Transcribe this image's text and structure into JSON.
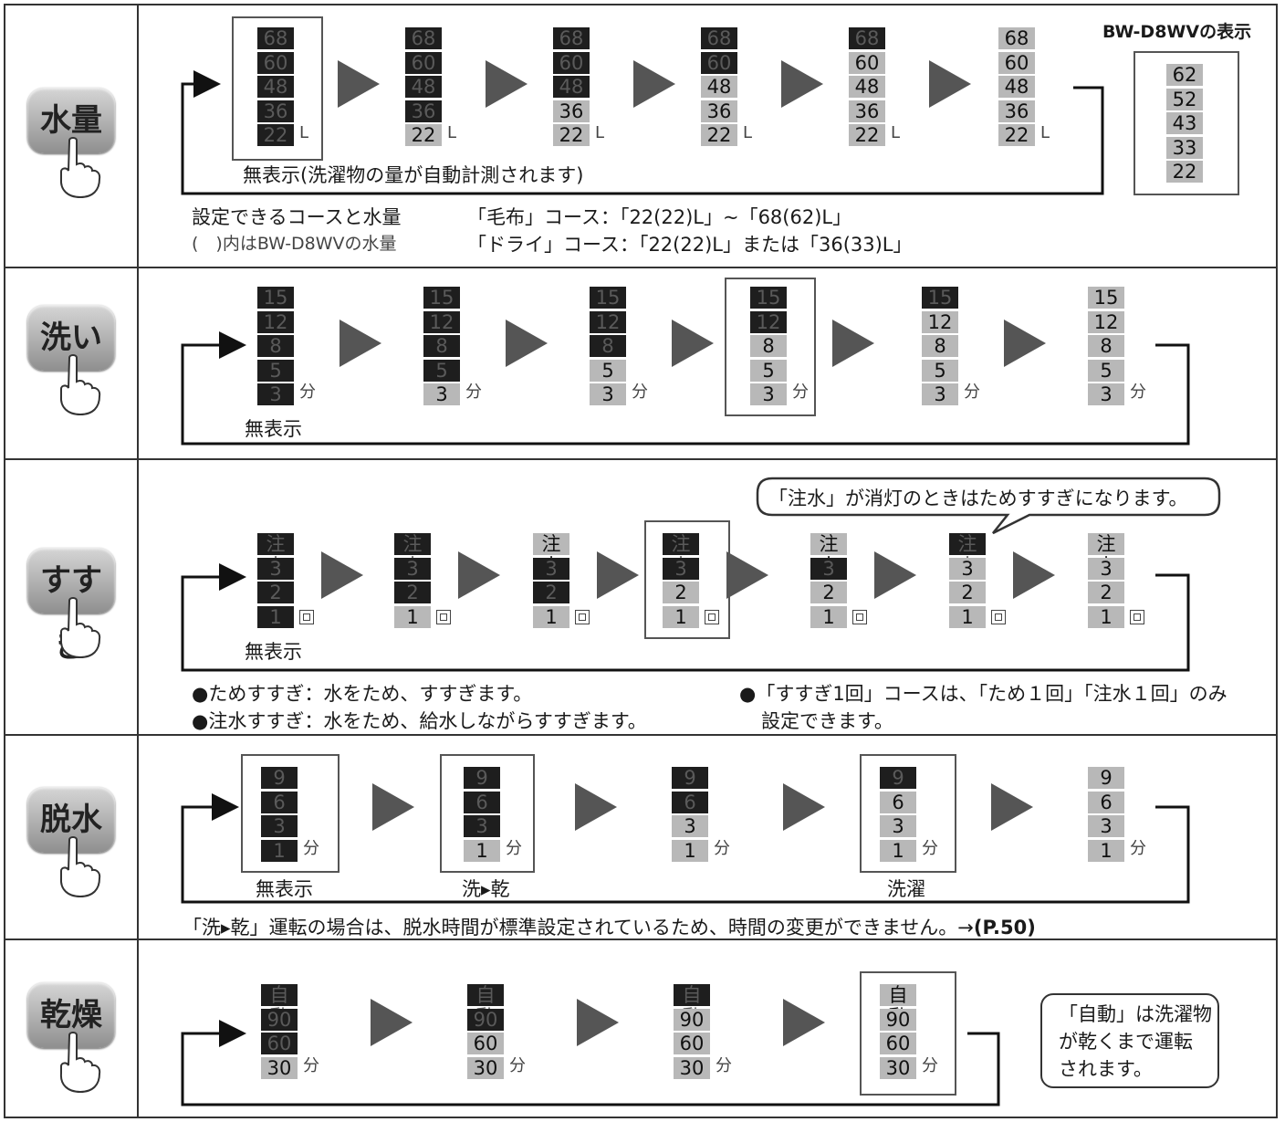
{
  "colors": {
    "lit": "#b8b8b8",
    "unlit": "#1e1e1e",
    "arrow": "#555555"
  },
  "rows": {
    "water": {
      "button": "水量",
      "model_title": "BW-D8WVの表示",
      "model_values": [
        "62",
        "52",
        "43",
        "33",
        "22"
      ],
      "states": [
        {
          "values": [
            "68",
            "60",
            "48",
            "36",
            "22"
          ],
          "lit": 0,
          "unit": "L"
        },
        {
          "values": [
            "68",
            "60",
            "48",
            "36",
            "22"
          ],
          "lit": 1,
          "unit": "L"
        },
        {
          "values": [
            "68",
            "60",
            "48",
            "36",
            "22"
          ],
          "lit": 2,
          "unit": "L"
        },
        {
          "values": [
            "68",
            "60",
            "48",
            "36",
            "22"
          ],
          "lit": 3,
          "unit": "L"
        },
        {
          "values": [
            "68",
            "60",
            "48",
            "36",
            "22"
          ],
          "lit": 4,
          "unit": "L"
        },
        {
          "values": [
            "68",
            "60",
            "48",
            "36",
            "22"
          ],
          "lit": 5,
          "unit": "L"
        }
      ],
      "no_display_label": "無表示(洗濯物の量が自動計測されます)",
      "note1_left": "設定できるコースと水量",
      "note2_left": "(　)内はBW-D8WVの水量",
      "note1_right": "「毛布」コース：「22(22)L」~「68(62)L」",
      "note2_right": "「ドライ」コース：「22(22)L」または「36(33)L」"
    },
    "wash": {
      "button": "洗い",
      "states": [
        {
          "values": [
            "15",
            "12",
            "8",
            "5",
            "3"
          ],
          "lit": 0,
          "unit": "分"
        },
        {
          "values": [
            "15",
            "12",
            "8",
            "5",
            "3"
          ],
          "lit": 1,
          "unit": "分"
        },
        {
          "values": [
            "15",
            "12",
            "8",
            "5",
            "3"
          ],
          "lit": 2,
          "unit": "分"
        },
        {
          "values": [
            "15",
            "12",
            "8",
            "5",
            "3"
          ],
          "lit": 3,
          "unit": "分"
        },
        {
          "values": [
            "15",
            "12",
            "8",
            "5",
            "3"
          ],
          "lit": 4,
          "unit": "分"
        },
        {
          "values": [
            "15",
            "12",
            "8",
            "5",
            "3"
          ],
          "lit": 5,
          "unit": "分"
        }
      ],
      "no_display_label": "無表示"
    },
    "rinse": {
      "button": "すすぎ",
      "callout": "「注水」が消灯のときはためすすぎになります。",
      "states": [
        {
          "values": [
            "注水",
            "3",
            "2",
            "1"
          ],
          "litmask": [
            0,
            0,
            0,
            0
          ]
        },
        {
          "values": [
            "注水",
            "3",
            "2",
            "1"
          ],
          "litmask": [
            0,
            0,
            0,
            1
          ]
        },
        {
          "values": [
            "注水",
            "3",
            "2",
            "1"
          ],
          "litmask": [
            1,
            0,
            0,
            1
          ]
        },
        {
          "values": [
            "注水",
            "3",
            "2",
            "1"
          ],
          "litmask": [
            0,
            0,
            1,
            1
          ]
        },
        {
          "values": [
            "注水",
            "3",
            "2",
            "1"
          ],
          "litmask": [
            1,
            0,
            1,
            1
          ]
        },
        {
          "values": [
            "注水",
            "3",
            "2",
            "1"
          ],
          "litmask": [
            0,
            1,
            1,
            1
          ]
        },
        {
          "values": [
            "注水",
            "3",
            "2",
            "1"
          ],
          "litmask": [
            1,
            1,
            1,
            1
          ]
        }
      ],
      "no_display_label": "無表示",
      "bullet1": "●ためすすぎ：水をため、すすぎます。",
      "bullet2": "●注水すすぎ：水をため、給水しながらすすぎます。",
      "bullet3": "●「すすぎ1回」コースは、「ため１回」「注水１回」のみ",
      "bullet3b": "設定できます。"
    },
    "spin": {
      "button": "脱水",
      "states": [
        {
          "values": [
            "9",
            "6",
            "3",
            "1"
          ],
          "lit": 0,
          "unit": "分"
        },
        {
          "values": [
            "9",
            "6",
            "3",
            "1"
          ],
          "lit": 1,
          "unit": "分"
        },
        {
          "values": [
            "9",
            "6",
            "3",
            "1"
          ],
          "lit": 2,
          "unit": "分"
        },
        {
          "values": [
            "9",
            "6",
            "3",
            "1"
          ],
          "lit": 3,
          "unit": "分"
        },
        {
          "values": [
            "9",
            "6",
            "3",
            "1"
          ],
          "lit": 4,
          "unit": "分"
        }
      ],
      "label_a": "無表示",
      "label_b": "洗▸乾",
      "label_c": "洗濯",
      "note": "「洗▸乾」運転の場合は、脱水時間が標準設定されているため、時間の変更ができません。→",
      "note_ref": "(P.50)"
    },
    "dry": {
      "button": "乾燥",
      "states": [
        {
          "values": [
            "自動",
            "90",
            "60",
            "30"
          ],
          "lit": 1,
          "unit": "分"
        },
        {
          "values": [
            "自動",
            "90",
            "60",
            "30"
          ],
          "lit": 2,
          "unit": "分"
        },
        {
          "values": [
            "自動",
            "90",
            "60",
            "30"
          ],
          "lit": 3,
          "unit": "分"
        },
        {
          "values": [
            "自動",
            "90",
            "60",
            "30"
          ],
          "lit": 4,
          "unit": "分"
        }
      ],
      "bubble": [
        "「自動」は洗濯物",
        "が乾くまで運転",
        "されます。"
      ]
    }
  }
}
